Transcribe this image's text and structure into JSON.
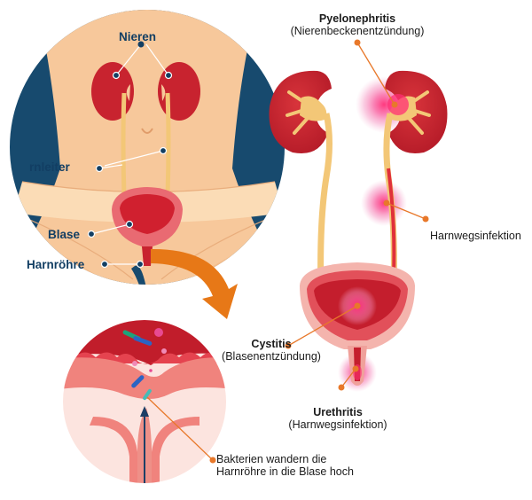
{
  "labels": {
    "nieren": "Nieren",
    "harnleiter": "rnleiter",
    "blase": "Blase",
    "harnroehre": "Harnröhre",
    "pyelonephritis_title": "Pyelonephritis",
    "pyelonephritis_sub": "(Nierenbeckenentzündung)",
    "harnwegsinfektion": "Harnwegsinfektion",
    "cystitis_title": "Cystitis",
    "cystitis_sub": "(Blasenentzündung)",
    "urethritis_title": "Urethritis",
    "urethritis_sub": "(Harnwegsinfektion)",
    "bakterien_line1": "Bakterien wandern die",
    "bakterien_line2": "Harnröhre in die Blase hoch"
  },
  "colors": {
    "navy": "#133f63",
    "skin": "#f7c89b",
    "kidney": "#c8232f",
    "ureter": "#f3c777",
    "bladder_inner": "#d92a3a",
    "infection_pink": "#ee3b86",
    "arrow_orange": "#e77817",
    "leader_orange": "#e8782a"
  }
}
